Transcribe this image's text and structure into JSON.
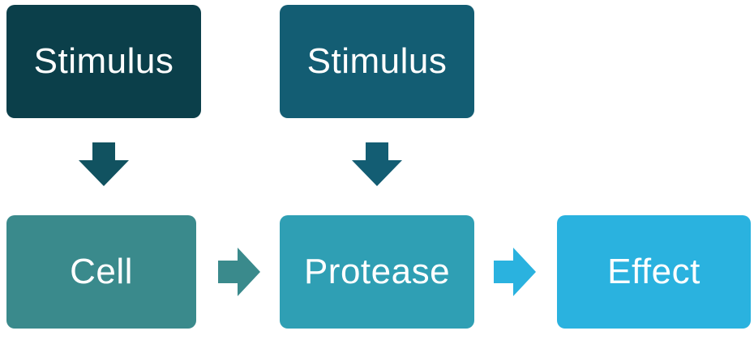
{
  "nodes": {
    "stimulus_1": {
      "label": "Stimulus"
    },
    "stimulus_2": {
      "label": "Stimulus"
    },
    "cell": {
      "label": "Cell"
    },
    "protease": {
      "label": "Protease"
    },
    "effect": {
      "label": "Effect"
    }
  },
  "colors": {
    "stimulus_1": "#0b3f4a",
    "stimulus_2": "#135d73",
    "cell": "#3a8a8c",
    "protease": "#2f9fb4",
    "effect": "#2ab2df",
    "arrow_down_1": "#115260",
    "arrow_down_2": "#135d73",
    "arrow_right_1": "#3a8a8c",
    "arrow_right_2": "#2ab2df"
  },
  "edges": [
    {
      "from": "stimulus_1",
      "to": "cell",
      "direction": "down"
    },
    {
      "from": "stimulus_2",
      "to": "protease",
      "direction": "down"
    },
    {
      "from": "cell",
      "to": "protease",
      "direction": "right"
    },
    {
      "from": "protease",
      "to": "effect",
      "direction": "right"
    }
  ]
}
